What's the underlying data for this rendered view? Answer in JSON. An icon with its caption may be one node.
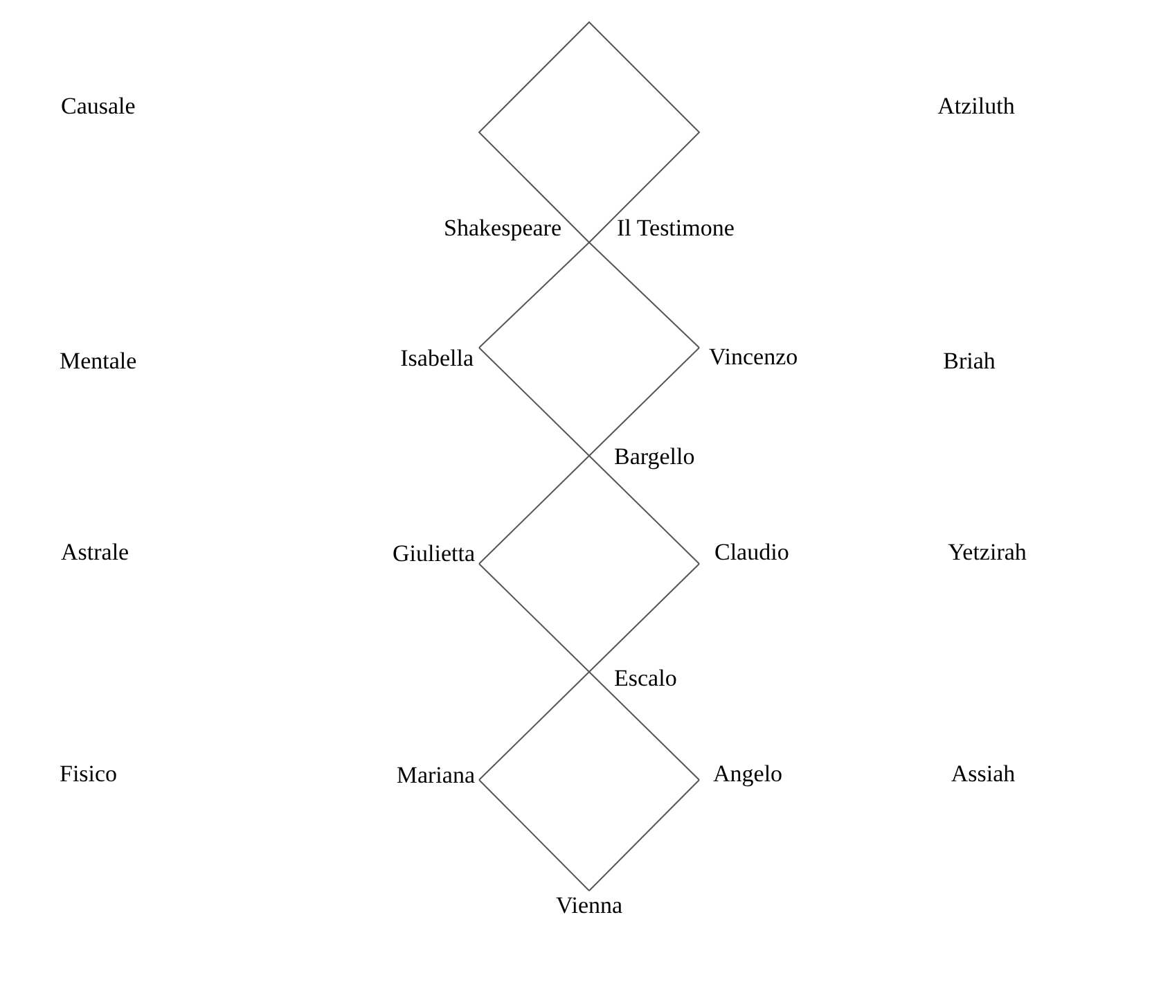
{
  "diagram": {
    "nodes": [
      {
        "text": [],
        "shape": "diamond"
      },
      {
        "text": [
          "Shakespeare",
          "Il Testimone"
        ]
      },
      {
        "text": [
          "Isabella"
        ]
      },
      {
        "text": [
          "Vincenzo"
        ]
      },
      {
        "text": [
          "Bargello"
        ]
      },
      {
        "text": [
          "Giulietta"
        ]
      },
      {
        "text": [
          "Claudio"
        ]
      },
      {
        "text": [
          "Escalo"
        ]
      },
      {
        "text": [
          "Mariana"
        ]
      },
      {
        "text": [
          "Angelo"
        ]
      },
      {
        "text": [
          "Vienna"
        ]
      }
    ],
    "edges": [
      {
        "from": 1,
        "to": 2,
        "arrow": "none"
      },
      {
        "from": 1,
        "to": 3,
        "arrow": "none"
      },
      {
        "from": 2,
        "to": 4,
        "arrow": "none"
      },
      {
        "from": 3,
        "to": 4,
        "arrow": "none"
      },
      {
        "from": 4,
        "to": 5,
        "arrow": "none"
      },
      {
        "from": 4,
        "to": 6,
        "arrow": "none"
      },
      {
        "from": 5,
        "to": 7,
        "arrow": "none"
      },
      {
        "from": 6,
        "to": 7,
        "arrow": "none"
      },
      {
        "from": 7,
        "to": 8,
        "arrow": "none"
      },
      {
        "from": 7,
        "to": 9,
        "arrow": "none"
      },
      {
        "from": 8,
        "to": 10,
        "arrow": "none"
      },
      {
        "from": 9,
        "to": 10,
        "arrow": "none"
      }
    ],
    "labels": [
      "Causale",
      "Atziluth",
      "Mentale",
      "Briah",
      "Astrale",
      "Yetzirah",
      "Fisico",
      "Assiah"
    ]
  }
}
